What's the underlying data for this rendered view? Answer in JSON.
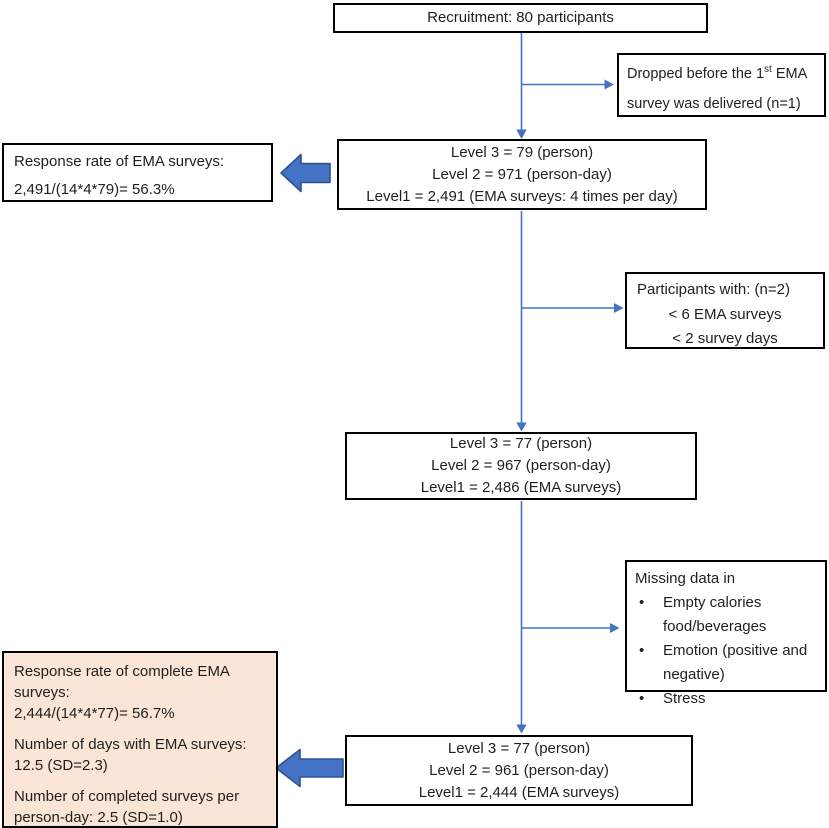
{
  "colors": {
    "connector_blue": "#4472C4",
    "block_arrow_fill": "#4472C4",
    "block_arrow_edge": "#2F528F",
    "box_border": "#000000",
    "summary_fill": "#FBE5D6",
    "text": "#1F1F1F",
    "background": "#FFFFFF"
  },
  "boxes": {
    "recruitment": {
      "text": "Recruitment: 80 participants"
    },
    "dropped_before_first_survey": {
      "line1_a": "Dropped before the 1",
      "line1_sup": "st",
      "line1_b": " EMA",
      "line2": "survey was delivered (n=1)"
    },
    "level_counts_1": {
      "lines": [
        "Level 3 = 79 (person)",
        "Level 2 = 971 (person-day)",
        "Level1 = 2,491 (EMA surveys: 4 times per day)"
      ]
    },
    "response_rate": {
      "line1": "Response rate of EMA surveys:",
      "line2": "2,491/(14*4*79)= 56.3%"
    },
    "excluded_participants": {
      "title": "Participants with: (n=2)",
      "items": [
        "< 6 EMA surveys",
        "< 2 survey days"
      ]
    },
    "level_counts_2": {
      "lines": [
        "Level 3 = 77 (person)",
        "Level 2 = 967 (person-day)",
        "Level1 = 2,486 (EMA surveys)"
      ]
    },
    "missing_data": {
      "title": "Missing data in",
      "items": [
        "Empty calories food/beverages",
        "Emotion (positive and negative)",
        "Stress"
      ]
    },
    "level_counts_3": {
      "lines": [
        "Level 3 = 77 (person)",
        "Level 2 = 961 (person-day)",
        "Level1 = 2,444 (EMA surveys)"
      ]
    },
    "summary": {
      "paragraphs": [
        {
          "lines": [
            "Response rate of complete EMA surveys:",
            "2,444/(14*4*77)= 56.7%"
          ]
        },
        {
          "lines": [
            "Number of days with EMA surveys:",
            "12.5 (SD=2.3)"
          ]
        },
        {
          "lines": [
            "Number of completed surveys per person-day: 2.5 (SD=1.0)"
          ]
        }
      ]
    }
  }
}
